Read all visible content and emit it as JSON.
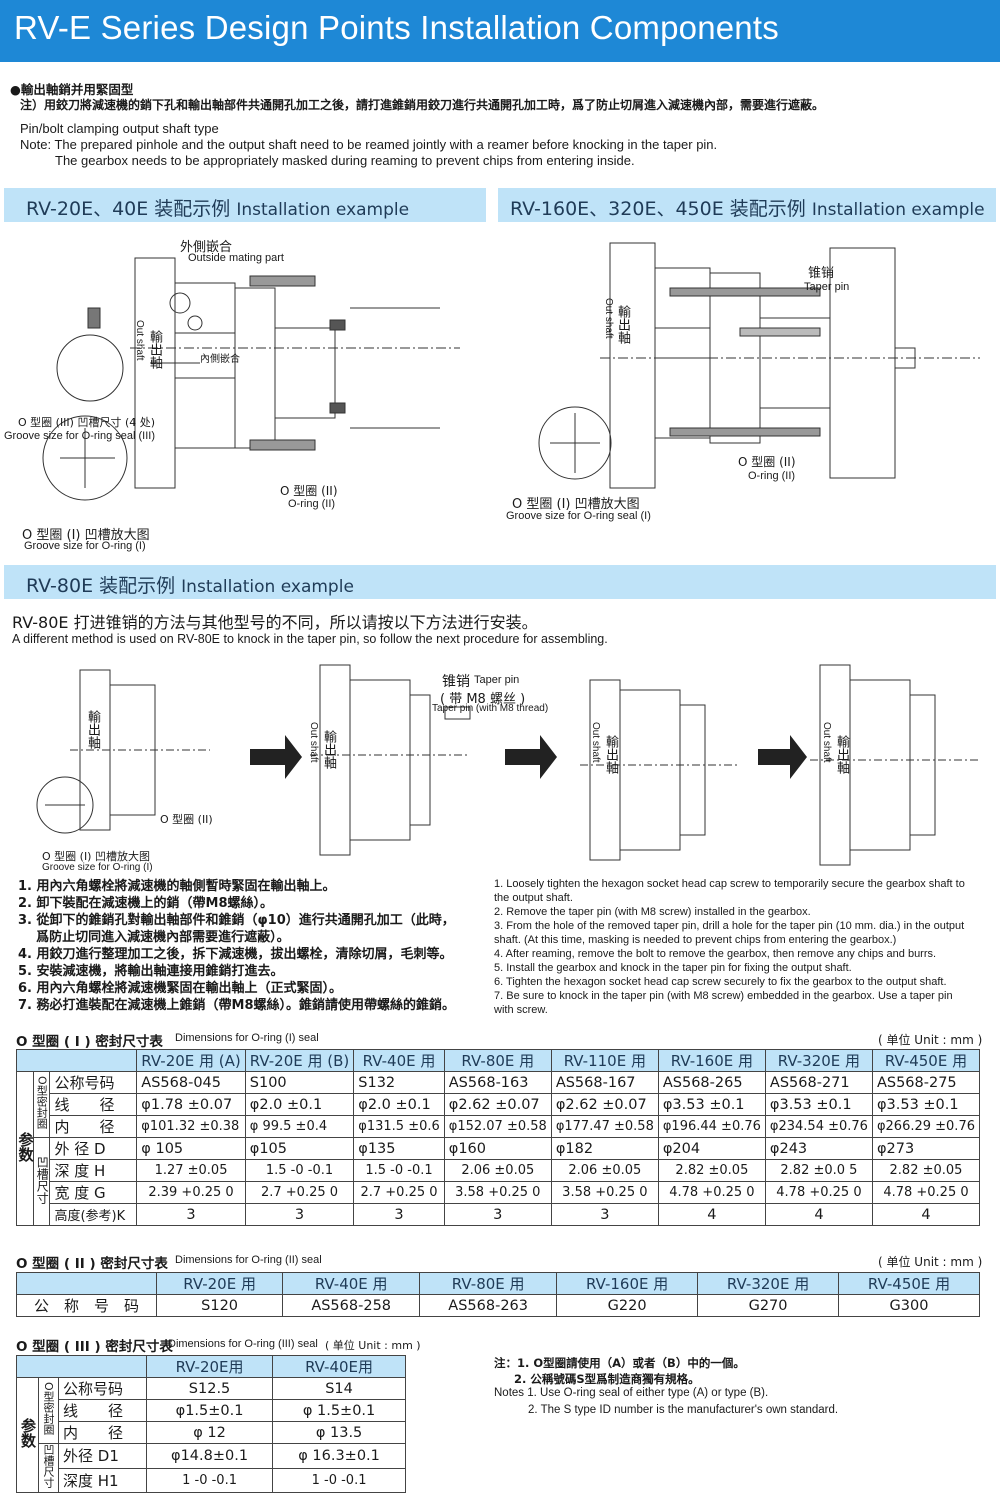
{
  "header": {
    "title": "RV-E Series Design Points Installation Components"
  },
  "note_block": {
    "cn_title": "●輸出軸銷并用緊固型",
    "cn_note": "注）用鉸刀將減速機的銷下孔和輸出軸部件共通開孔加工之後，請打進錐銷用鉸刀進行共通開孔加工時，爲了防止切屑進入減速機內部，需要進行遮蔽。",
    "en_title": "Pin/bolt clamping output shaft type",
    "en_note_1": "Note: The prepared pinhole and the output shaft need to be reamed jointly with a reamer before knocking in the taper pin.",
    "en_note_2": "The gearbox needs to be appropriately masked during reaming to prevent chips from entering inside."
  },
  "section_left": {
    "title_cn": "RV-20E、40E  装配示例",
    "title_en": "Installation example",
    "labels": {
      "outside_cn": "外側嵌合",
      "outside_en": "Outside mating part",
      "inside_cn": "內側嵌合",
      "shaft_cn": "輸出軸",
      "shaft_en": "Out shaft",
      "groove3_cn": "O 型圈 (III) 凹槽尺寸 (4 处)",
      "groove3_en": "Groove size for O-ring seal (III)",
      "oring2_cn": "O 型圈 (II)",
      "oring2_en": "O-ring (II)",
      "groove1_cn": "O 型圈 (I) 凹槽放大图",
      "groove1_en": "Groove size for O-ring (I)"
    }
  },
  "section_right": {
    "title_cn": "RV-160E、320E、450E  装配示例",
    "title_en": "Installation example",
    "labels": {
      "taper_cn": "锥销",
      "taper_en": "Taper pin",
      "shaft_cn": "輸出軸",
      "shaft_en": "Out shaft",
      "oring2_cn": "O 型圈 (II)",
      "oring2_en": "O-ring (II)",
      "groove1_cn": "O 型圈 (I) 凹槽放大图",
      "groove1_en": "Groove size for O-ring seal (I)"
    }
  },
  "section_80": {
    "title_cn": "RV-80E  装配示例",
    "title_en": "Installation example",
    "intro_cn": "RV-80E 打进锥销的方法与其他型号的不同，所以请按以下方法进行安装。",
    "intro_en": "A different method is used on RV-80E to knock in the taper pin, so follow the next procedure for assembling.",
    "labels": {
      "taper_cn": "锥销",
      "taper_en": "Taper pin",
      "m8_cn": "( 带 M8 螺丝 )",
      "m8_en": "Taper pin (with M8 thread)",
      "shaft_cn": "輸出軸",
      "shaft_en": "Out shaft",
      "oring2_cn": "O 型圈 (II)",
      "groove1_cn": "O 型圈 (I) 凹槽放大图",
      "groove1_en": "Groove size for O-ring (I)"
    },
    "steps_cn": [
      "1. 用內六角螺栓將減速機的軸側暫時緊固在輸出軸上。",
      "2. 卸下裝配在減速機上的銷（帶M8螺絲）。",
      "3. 從卸下的錐銷孔對輸出軸部件和錐銷（φ10）進行共通開孔加工（此時，",
      "    爲防止切同進入減速機內部需要進行遮蔽）。",
      "4. 用鉸刀進行整理加工之後，拆下減速機，拔出螺栓，清除切屑，毛刺等。",
      "5. 安裝減速機，將輸出軸連接用錐銷打進去。",
      "6. 用內六角螺栓將減速機緊固在輸出軸上（正式緊固）。",
      "7. 務必打進裝配在減速機上錐銷（帶M8螺絲）。錐銷請使用帶螺絲的錐銷。"
    ],
    "steps_en": [
      "1. Loosely tighten the hexagon socket head cap screw to temporarily secure the gearbox shaft to",
      "the output shaft.",
      "2. Remove the taper pin (with M8 screw) installed in the gearbox.",
      "3. From the hole of the removed taper pin, drill a hole for the taper pin (10 mm. dia.) in the output",
      "shaft. (At this time, masking is needed to prevent chips from entering the gearbox.)",
      "4. After reaming, remove the bolt to remove the gearbox, then remove any chips and burrs.",
      "5. Install the gearbox and knock in the taper pin for fixing the output shaft.",
      "6. Tighten the hexagon socket head cap screw securely to fix the gearbox to the output shaft.",
      "7. Be sure to knock in the taper pin (with M8 screw) embedded in the gearbox. Use a taper pin",
      "with screw."
    ]
  },
  "table1": {
    "title_cn": "O 型圈 ( I ) 密封尺寸表",
    "title_en": "Dimensions for O-ring (I) seal",
    "unit": "( 单位 Unit : mm )",
    "side_label": "参数",
    "group_oring": "O型密封圈",
    "group_groove": "凹槽尺寸",
    "headers": [
      "RV-20E 用 (A)",
      "RV-20E 用 (B)",
      "RV-40E 用",
      "RV-80E 用",
      "RV-110E 用",
      "RV-160E 用",
      "RV-320E 用",
      "RV-450E 用"
    ],
    "rows": [
      {
        "label": "公称号码",
        "values": [
          "AS568-045",
          "S100",
          "S132",
          "AS568-163",
          "AS568-167",
          "AS568-265",
          "AS568-271",
          "AS568-275"
        ]
      },
      {
        "label": "线　　径",
        "values": [
          "φ1.78 ±0.07",
          "φ2.0 ±0.1",
          "φ2.0 ±0.1",
          "φ2.62 ±0.07",
          "φ2.62 ±0.07",
          "φ3.53 ±0.1",
          "φ3.53 ±0.1",
          "φ3.53 ±0.1"
        ]
      },
      {
        "label": "内　　径",
        "values": [
          "φ101.32 ±0.38",
          "φ 99.5 ±0.4",
          "φ131.5 ±0.6",
          "φ152.07 ±0.58",
          "φ177.47 ±0.58",
          "φ196.44 ±0.76",
          "φ234.54 ±0.76",
          "φ266.29 ±0.76"
        ]
      },
      {
        "label": "外 径 D",
        "values": [
          "φ 105",
          "φ105",
          "φ135",
          "φ160",
          "φ182",
          "φ204",
          "φ243",
          "φ273"
        ]
      },
      {
        "label": "深 度 H",
        "values": [
          "1.27 ±0.05",
          "1.5 -0 -0.1",
          "1.5 -0 -0.1",
          "2.06 ±0.05",
          "2.06 ±0.05",
          "2.82 ±0.05",
          "2.82 ±0.0 5",
          "2.82 ±0.05"
        ]
      },
      {
        "label": "宽 度 G",
        "values": [
          "2.39 +0.25 0",
          "2.7 +0.25 0",
          "2.7 +0.25 0",
          "3.58 +0.25 0",
          "3.58 +0.25 0",
          "4.78 +0.25 0",
          "4.78 +0.25 0",
          "4.78 +0.25 0"
        ]
      },
      {
        "label": "高度(参考)K",
        "values": [
          "3",
          "3",
          "3",
          "3",
          "3",
          "4",
          "4",
          "4"
        ]
      }
    ]
  },
  "table2": {
    "title_cn": "O 型圈 ( II ) 密封尺寸表",
    "title_en": "Dimensions for O-ring (II) seal",
    "unit": "( 单位 Unit : mm )",
    "headers": [
      "RV-20E 用",
      "RV-40E 用",
      "RV-80E 用",
      "RV-160E 用",
      "RV-320E 用",
      "RV-450E 用"
    ],
    "row_label": "公　称　号　码",
    "values": [
      "S120",
      "AS568-258",
      "AS568-263",
      "G220",
      "G270",
      "G300"
    ]
  },
  "table3": {
    "title_cn": "O 型圈 ( III ) 密封尺寸表",
    "title_en": "Dimensions for O-ring (III) seal",
    "unit": "( 单位 Unit : mm )",
    "side_label": "参数",
    "group_oring": "O型密封圈",
    "group_groove": "凹槽尺寸",
    "headers": [
      "RV-20E用",
      "RV-40E用"
    ],
    "rows": [
      {
        "label": "公称号码",
        "values": [
          "S12.5",
          "S14"
        ]
      },
      {
        "label": "线　　径",
        "values": [
          "φ1.5±0.1",
          "φ 1.5±0.1"
        ]
      },
      {
        "label": "内　　径",
        "values": [
          "φ 12",
          "φ 13.5"
        ]
      },
      {
        "label": "外径 D1",
        "values": [
          "φ14.8±0.1",
          "φ 16.3±0.1"
        ]
      },
      {
        "label": "深度 H1",
        "values": [
          "1 -0 -0.1",
          "1 -0 -0.1"
        ]
      }
    ]
  },
  "notes": {
    "cn_1": "注：1. O型圈請使用（A）或者（B）中的一個。",
    "cn_2": "2. 公稱號碼S型爲制造商獨有規格。",
    "en_1": "Notes 1. Use O-ring seal of either type (A) or type (B).",
    "en_2": "2. The S type ID number is the manufacturer's own standard."
  }
}
